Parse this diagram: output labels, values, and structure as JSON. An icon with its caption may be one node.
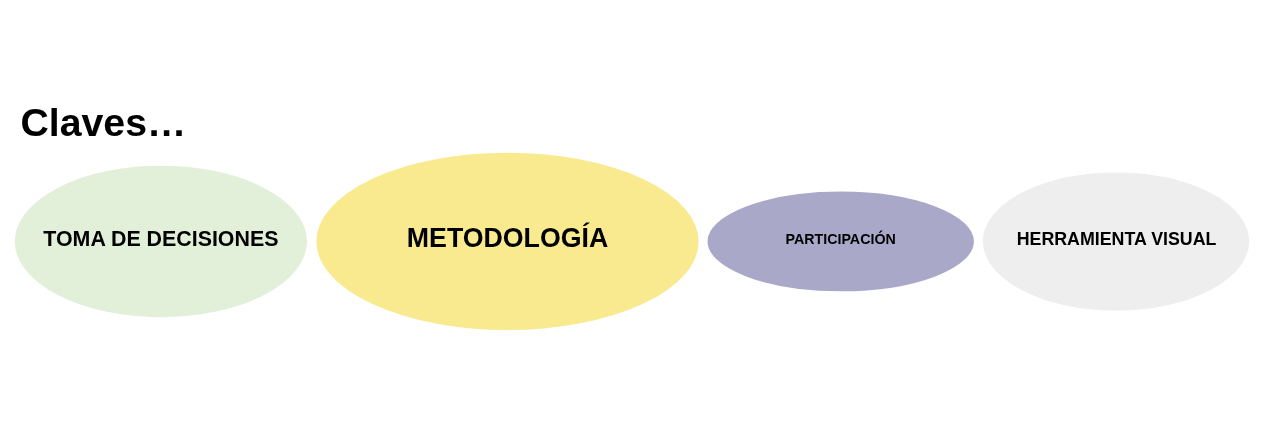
{
  "diagram": {
    "title": "Claves…",
    "nodes": [
      {
        "text": [
          "METODOLOGÍA"
        ]
      },
      {
        "text": [
          "HERRAMIENTA VISUAL"
        ]
      },
      {
        "text": [
          "TOMA DE DECISIONES"
        ]
      },
      {
        "text": [
          "PARTICIPACIÓN"
        ]
      }
    ]
  }
}
